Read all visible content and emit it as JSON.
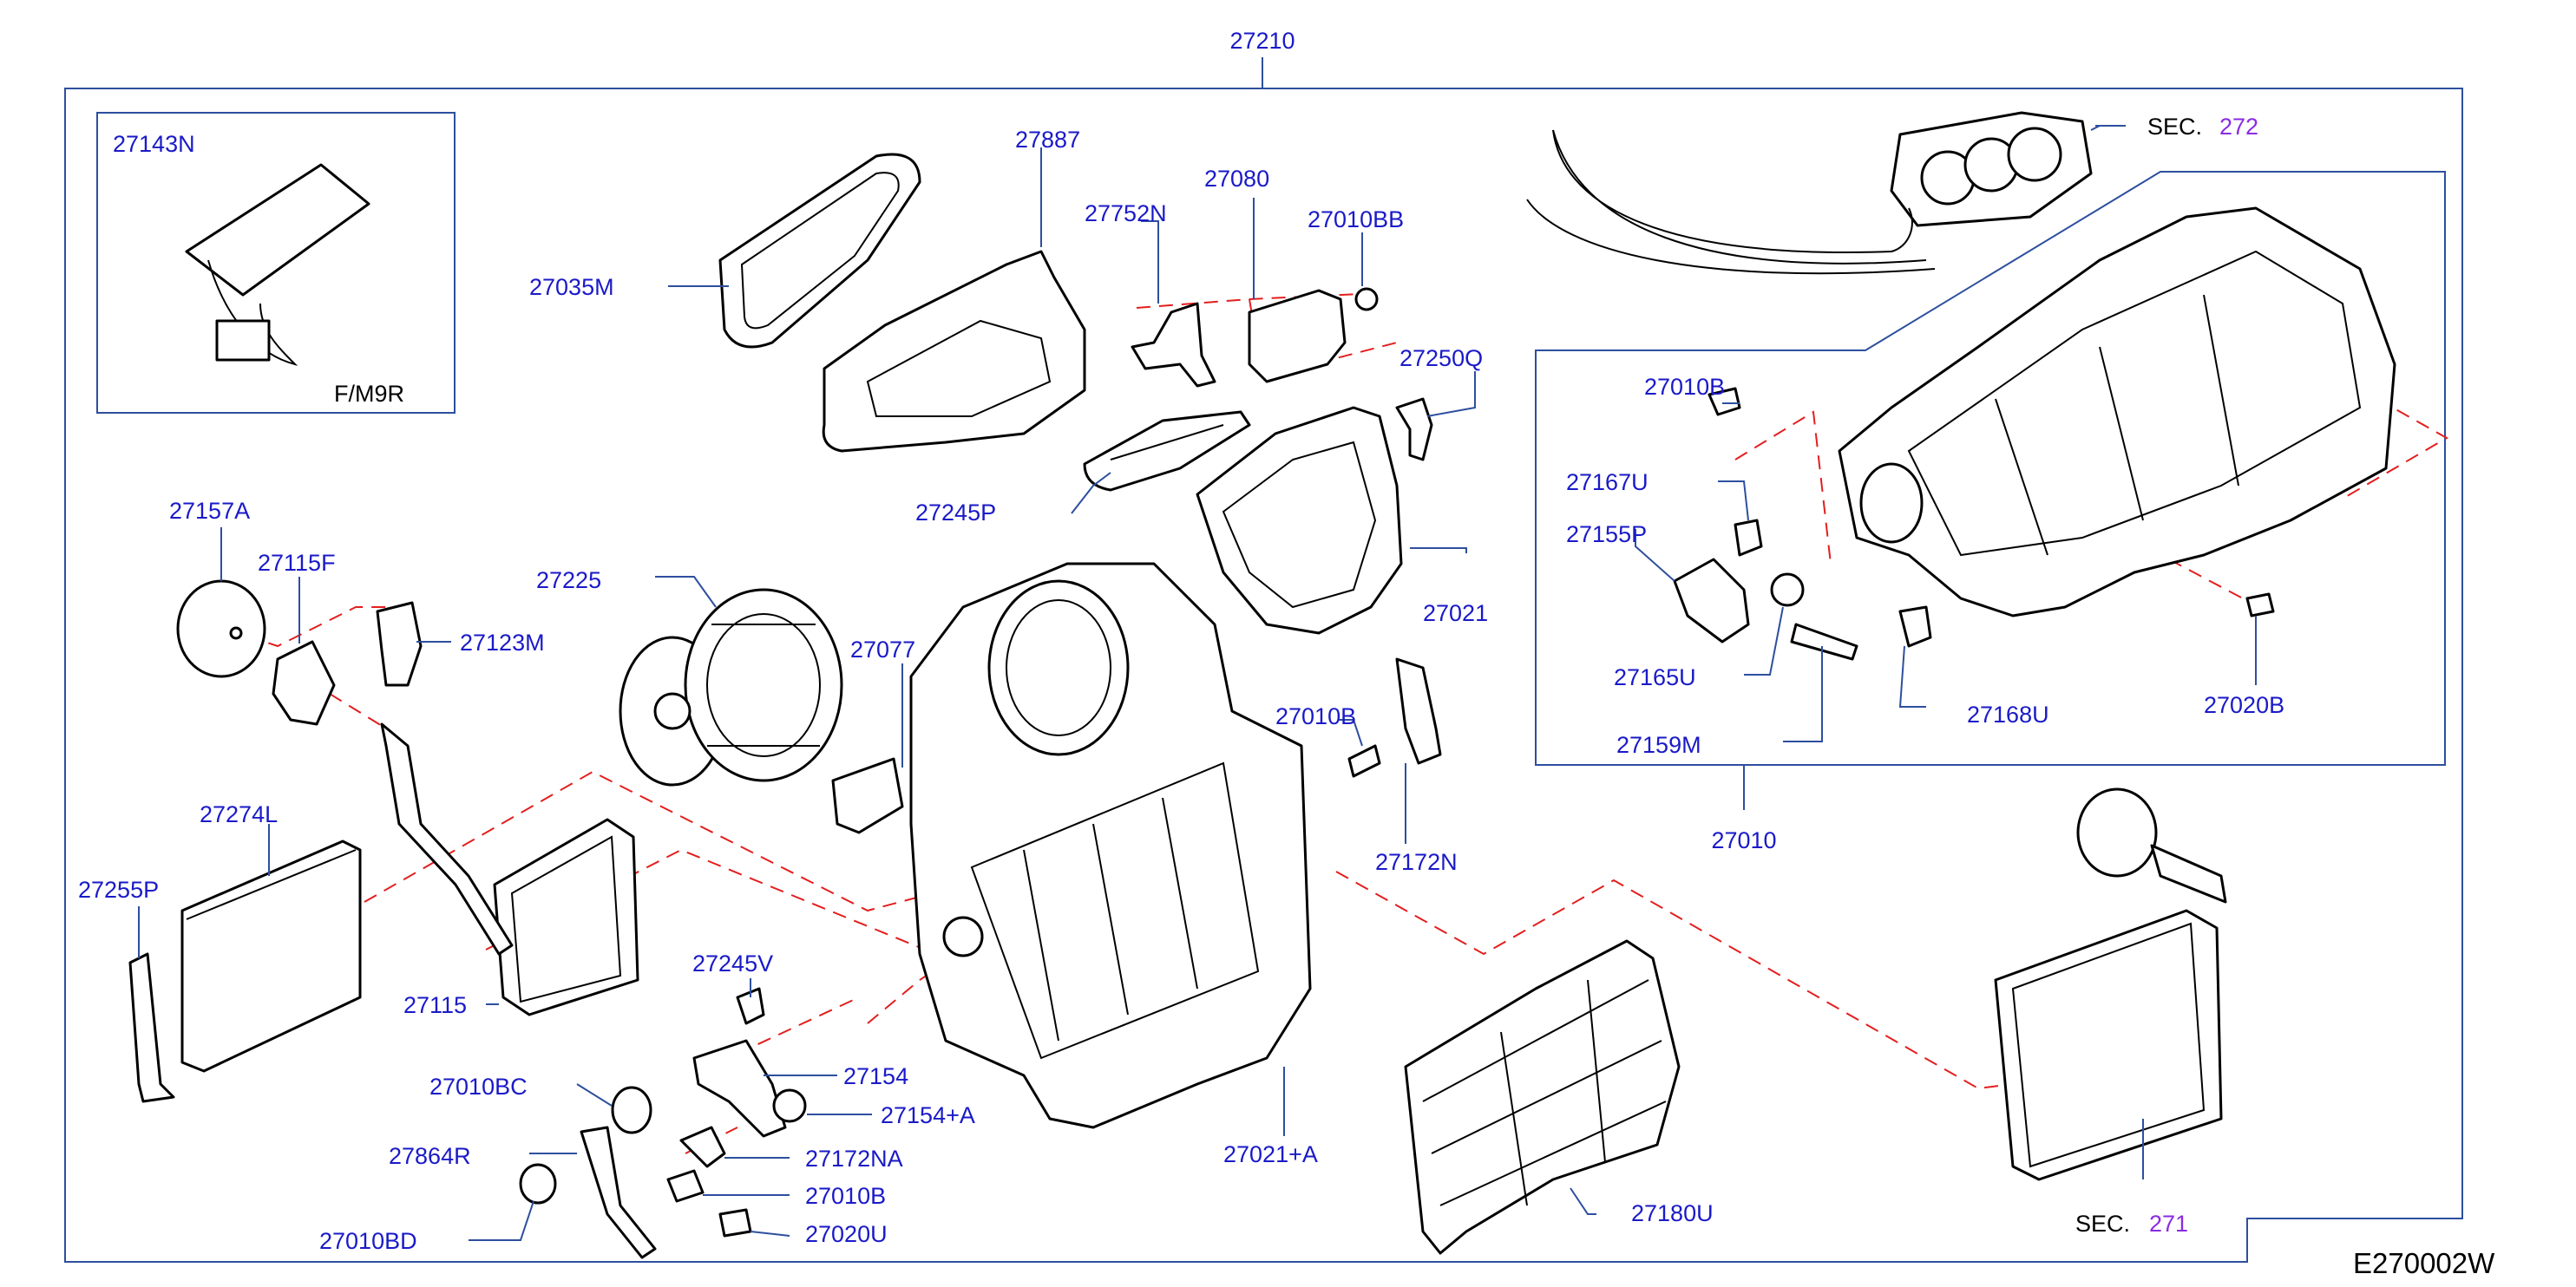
{
  "diagram": {
    "top_label": "27210",
    "inset_fm9r": {
      "part": "27143N",
      "note": "F/M9R"
    },
    "sub_assembly": "27010",
    "callouts": [
      {
        "id": "p27887",
        "text": "27887"
      },
      {
        "id": "p27035M",
        "text": "27035M"
      },
      {
        "id": "p27752N",
        "text": "27752N"
      },
      {
        "id": "p27080",
        "text": "27080"
      },
      {
        "id": "p27010BB",
        "text": "27010BB"
      },
      {
        "id": "p27250Q",
        "text": "27250Q"
      },
      {
        "id": "p27245P",
        "text": "27245P"
      },
      {
        "id": "p27021",
        "text": "27021"
      },
      {
        "id": "p27157A",
        "text": "27157A"
      },
      {
        "id": "p27115F",
        "text": "27115F"
      },
      {
        "id": "p27123M",
        "text": "27123M"
      },
      {
        "id": "p27225",
        "text": "27225"
      },
      {
        "id": "p27077",
        "text": "27077"
      },
      {
        "id": "p27010B_a",
        "text": "27010B"
      },
      {
        "id": "p27172N",
        "text": "27172N"
      },
      {
        "id": "p27274L",
        "text": "27274L"
      },
      {
        "id": "p27255P",
        "text": "27255P"
      },
      {
        "id": "p27115",
        "text": "27115"
      },
      {
        "id": "p27245V",
        "text": "27245V"
      },
      {
        "id": "p27154",
        "text": "27154"
      },
      {
        "id": "p27010BC",
        "text": "27010BC"
      },
      {
        "id": "p27154A",
        "text": "27154+A"
      },
      {
        "id": "p27864R",
        "text": "27864R"
      },
      {
        "id": "p27172NA",
        "text": "27172NA"
      },
      {
        "id": "p27010B_b",
        "text": "27010B"
      },
      {
        "id": "p27010BD",
        "text": "27010BD"
      },
      {
        "id": "p27020U",
        "text": "27020U"
      },
      {
        "id": "p27021A",
        "text": "27021+A"
      },
      {
        "id": "p27180U",
        "text": "27180U"
      },
      {
        "id": "p27010B_c",
        "text": "27010B"
      },
      {
        "id": "p27167U",
        "text": "27167U"
      },
      {
        "id": "p27155P",
        "text": "27155P"
      },
      {
        "id": "p27165U",
        "text": "27165U"
      },
      {
        "id": "p27159M",
        "text": "27159M"
      },
      {
        "id": "p27168U",
        "text": "27168U"
      },
      {
        "id": "p27020B",
        "text": "27020B"
      }
    ],
    "sec_refs": [
      {
        "prefix": "SEC.",
        "number": "272"
      },
      {
        "prefix": "SEC.",
        "number": "271"
      }
    ],
    "drawing_code": "E270002W"
  }
}
